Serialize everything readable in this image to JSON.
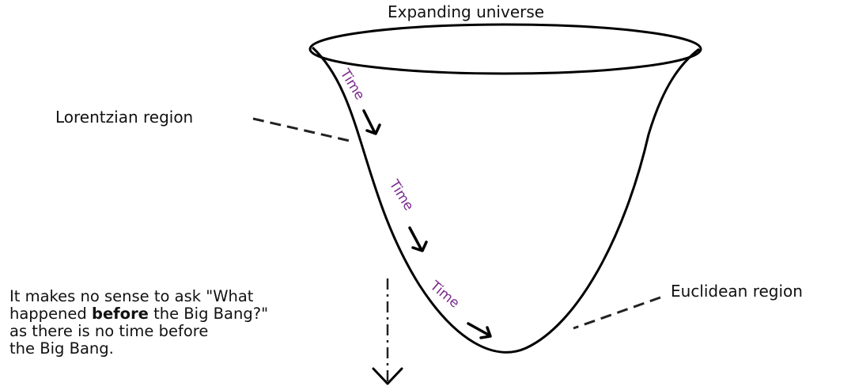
{
  "labels": {
    "top": "Expanding universe",
    "lorentzian": "Lorentzian region",
    "euclidean": "Euclidean region",
    "time": "Time"
  },
  "note": {
    "line1": "It makes no sense to ask \"What",
    "line2_pre": "happened ",
    "line2_bold": "before",
    "line2_post": " the Big Bang?\"",
    "line3": "as there is no time before",
    "line4": "the Big Bang."
  },
  "colors": {
    "time_label": "#7a2a8c",
    "ink": "#111111"
  }
}
